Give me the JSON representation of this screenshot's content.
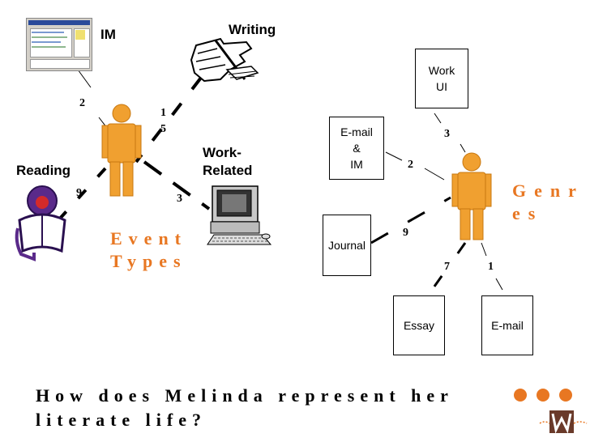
{
  "left": {
    "im_label": "IM",
    "writing_label": "Writing",
    "reading_label": "Reading",
    "work_related_label": "Work-\nRelated",
    "num_im": "2",
    "num_writing_1": "1",
    "num_writing_2": "5",
    "num_reading": "9",
    "num_work": "3",
    "category_line1": "Event",
    "category_line2": "Types"
  },
  "right": {
    "box_work_ui": "Work\nUI",
    "box_email_im": "E-mail\n&\nIM",
    "box_journal": "Journal",
    "box_essay": "Essay",
    "box_email": "E-mail",
    "num_work_ui": "3",
    "num_email_im": "2",
    "num_journal": "9",
    "num_essay": "7",
    "num_email": "1",
    "category_line1": "Genr",
    "category_line2": "es"
  },
  "footer": {
    "question_line1": "How does Melinda represent her",
    "question_line2": "literate life?"
  },
  "colors": {
    "accent": "#e87722",
    "figure": "#f0a030",
    "figure_dark": "#c87810"
  }
}
